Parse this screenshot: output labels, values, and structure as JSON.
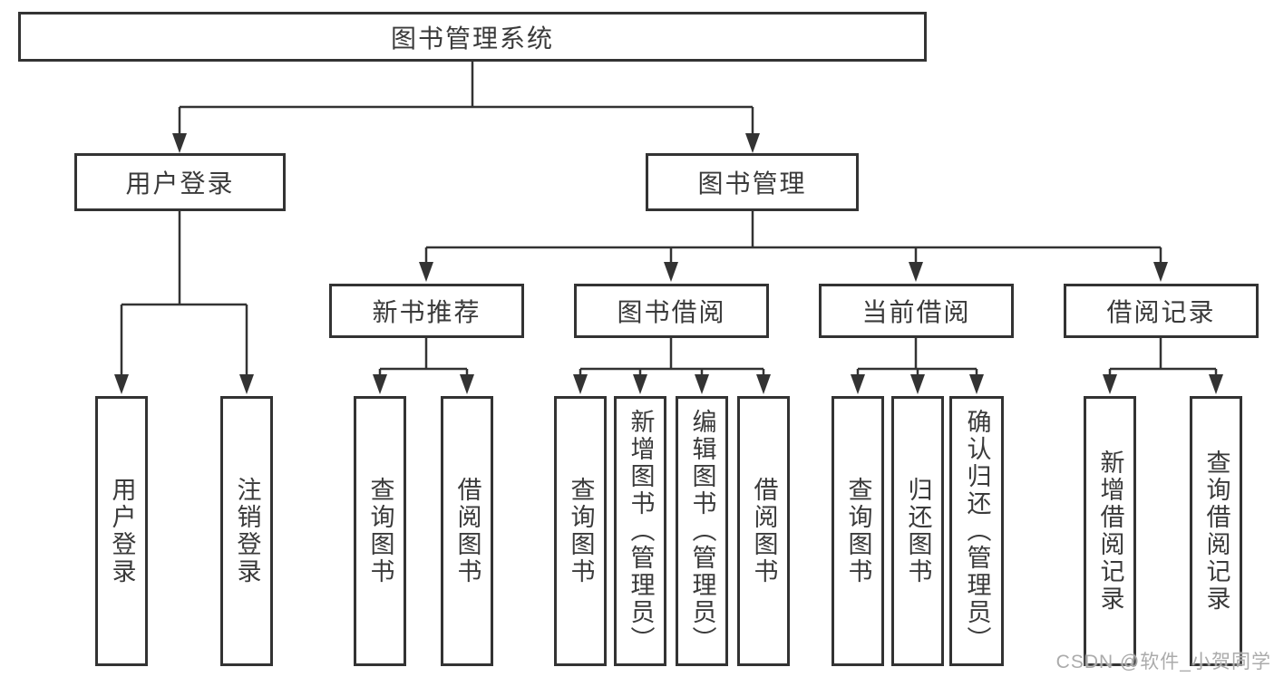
{
  "diagram_type": "functional-structure-tree",
  "colors": {
    "line": "#333333",
    "box_border": "#333333",
    "text": "#3a3a3a",
    "background": "#ffffff",
    "watermark": "#ababab"
  },
  "tree": {
    "root": {
      "label": "图书管理系统",
      "children": [
        {
          "label": "用户登录",
          "children": [
            {
              "label": "用户登录"
            },
            {
              "label": "注销登录"
            }
          ]
        },
        {
          "label": "图书管理",
          "children": [
            {
              "label": "新书推荐",
              "children": [
                {
                  "label": "查询图书"
                },
                {
                  "label": "借阅图书"
                }
              ]
            },
            {
              "label": "图书借阅",
              "children": [
                {
                  "label": "查询图书"
                },
                {
                  "label": "新增图书（管理员）"
                },
                {
                  "label": "编辑图书（管理员）"
                },
                {
                  "label": "借阅图书"
                }
              ]
            },
            {
              "label": "当前借阅",
              "children": [
                {
                  "label": "查询图书"
                },
                {
                  "label": "归还图书"
                },
                {
                  "label": "确认归还（管理员）"
                }
              ]
            },
            {
              "label": "借阅记录",
              "children": [
                {
                  "label": "新增借阅记录"
                },
                {
                  "label": "查询借阅记录"
                }
              ]
            }
          ]
        }
      ]
    }
  },
  "watermark": {
    "text": "CSDN @软件_小贺同学"
  }
}
